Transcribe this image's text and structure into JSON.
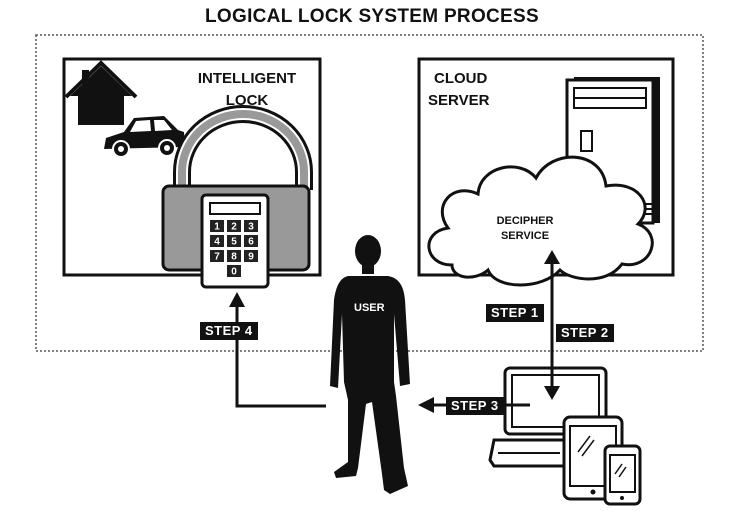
{
  "title": "LOGICAL LOCK SYSTEM PROCESS",
  "lock_panel": {
    "line1": "INTELLIGENT",
    "line2": "LOCK"
  },
  "cloud_panel": {
    "line1": "CLOUD",
    "line2": "SERVER"
  },
  "decipher": {
    "line1": "DECIPHER",
    "line2": "SERVICE"
  },
  "user_label": "USER",
  "keypad_keys": [
    "1",
    "2",
    "3",
    "4",
    "5",
    "6",
    "7",
    "8",
    "9",
    "0"
  ],
  "steps": {
    "step1": "STEP 1",
    "step2": "STEP 2",
    "step3": "STEP 3",
    "step4": "STEP 4"
  },
  "colors": {
    "ink": "#111111",
    "paper": "#ffffff",
    "lock_fill": "#999999",
    "key_fill": "#222222"
  }
}
